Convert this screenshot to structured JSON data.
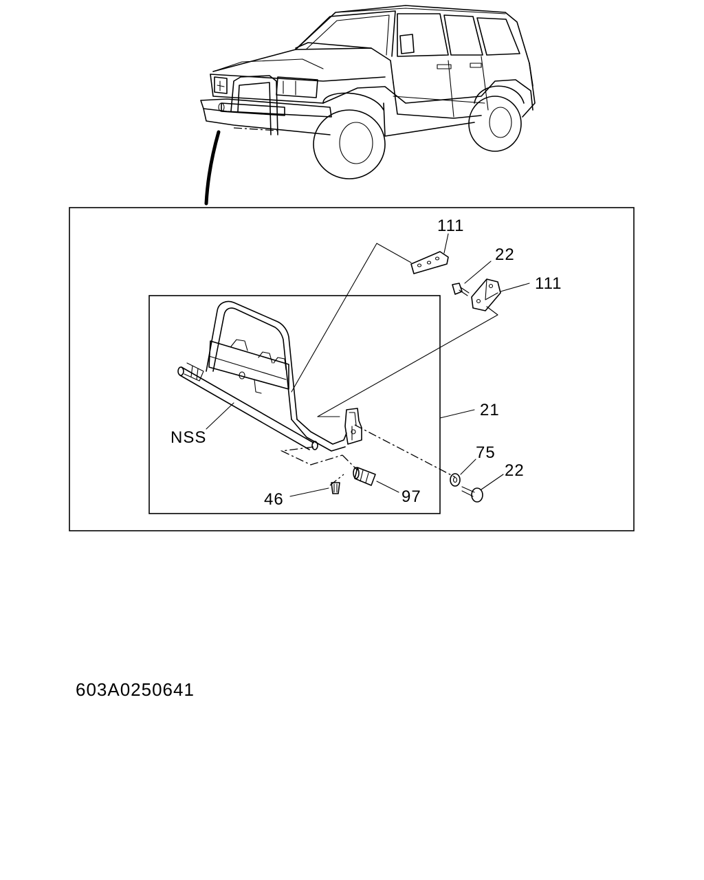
{
  "callouts": {
    "bracket_upper": "111",
    "bolt_upper": "22",
    "bracket_right": "111",
    "guard_assembly": "21",
    "washer": "75",
    "bolt_lower": "22",
    "nss": "NSS",
    "screw": "46",
    "cap": "97"
  },
  "figure_code": "603A0250641"
}
